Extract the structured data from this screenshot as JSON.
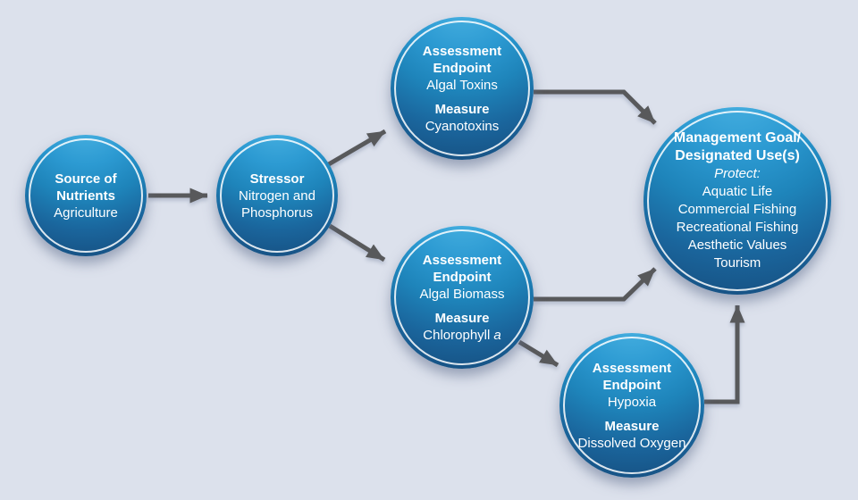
{
  "canvas": {
    "background_color": "#dce1ec",
    "arrow_color": "#58595b",
    "node_fill_top": "#4cb4e3",
    "node_fill_bottom": "#164b7b",
    "node_ring_color": "#ffffff",
    "text_color": "#ffffff"
  },
  "nodes": {
    "source": {
      "heading": "Source of Nutrients",
      "body": "Agriculture"
    },
    "stressor": {
      "heading": "Stressor",
      "body": "Nitrogen and Phosphorus"
    },
    "algal_toxins": {
      "heading": "Assessment Endpoint",
      "endpoint": "Algal Toxins",
      "measure_label": "Measure",
      "measure_value": "Cyanotoxins"
    },
    "algal_biomass": {
      "heading": "Assessment Endpoint",
      "endpoint": "Algal Biomass",
      "measure_label": "Measure",
      "measure_value": "Chlorophyll",
      "measure_value_italic": "a"
    },
    "hypoxia": {
      "heading": "Assessment Endpoint",
      "endpoint": "Hypoxia",
      "measure_label": "Measure",
      "measure_value": "Dissolved Oxygen"
    },
    "management": {
      "heading": "Management Goal/ Designated Use(s)",
      "protect_label": "Protect:",
      "uses": [
        "Aquatic Life",
        "Commercial Fishing",
        "Recreational Fishing",
        "Aesthetic Values",
        "Tourism"
      ]
    }
  },
  "edges": [
    "source-to-stressor",
    "stressor-to-algal-toxins",
    "stressor-to-algal-biomass",
    "algal-toxins-to-management",
    "algal-biomass-to-management",
    "algal-biomass-to-hypoxia",
    "hypoxia-to-management"
  ]
}
